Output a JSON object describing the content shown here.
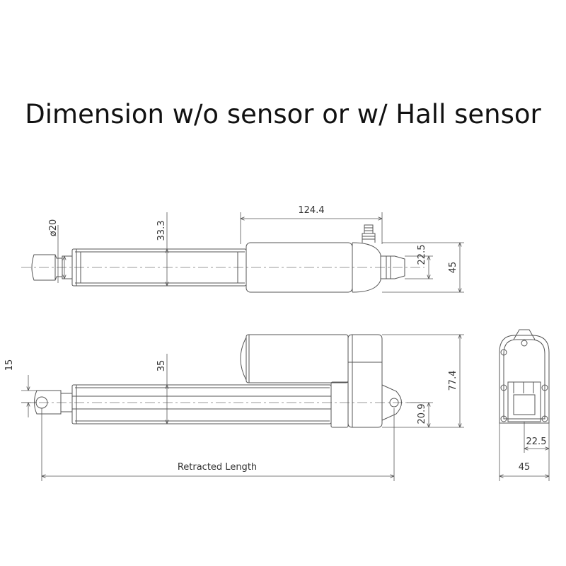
{
  "title": "Dimension w/o sensor or w/ Hall sensor",
  "colors": {
    "line": "#555555",
    "center_line": "#999999",
    "text": "#333333",
    "background": "#ffffff"
  },
  "top_view": {
    "dims": {
      "housing_length": "124.4",
      "rod_diameter": "ø20",
      "tube_height": "33.3",
      "mount_height": "22.5",
      "total_height": "45"
    }
  },
  "side_view": {
    "dims": {
      "rod_offset": "15",
      "tube_height": "35",
      "total_height": "77.4",
      "bracket_offset": "20.9",
      "retracted_length": "Retracted Length"
    }
  },
  "end_view": {
    "dims": {
      "inner_width": "22.5",
      "outer_width": "45"
    }
  }
}
